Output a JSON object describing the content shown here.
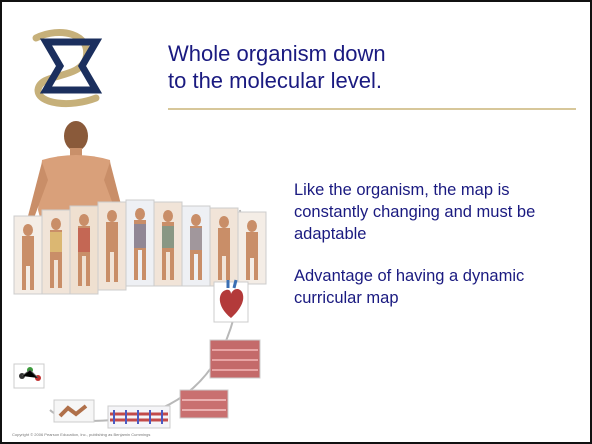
{
  "slide": {
    "title_line1": "Whole organism down",
    "title_line2": "to the molecular level.",
    "bullets": [
      "Like the organism, the map is constantly changing and must be adaptable",
      "Advantage of having a dynamic curricular map"
    ],
    "credit": "Copyright © 2006 Pearson Education, Inc., publishing as Benjamin Cummings"
  },
  "colors": {
    "text": "#1a1a80",
    "accent_gold": "#c6b07a",
    "logo_navy": "#1b2f5e"
  },
  "icons": [
    "logo-mark-icon",
    "human-body-figure",
    "heart-figure",
    "tissue-figure",
    "molecule-figure"
  ]
}
